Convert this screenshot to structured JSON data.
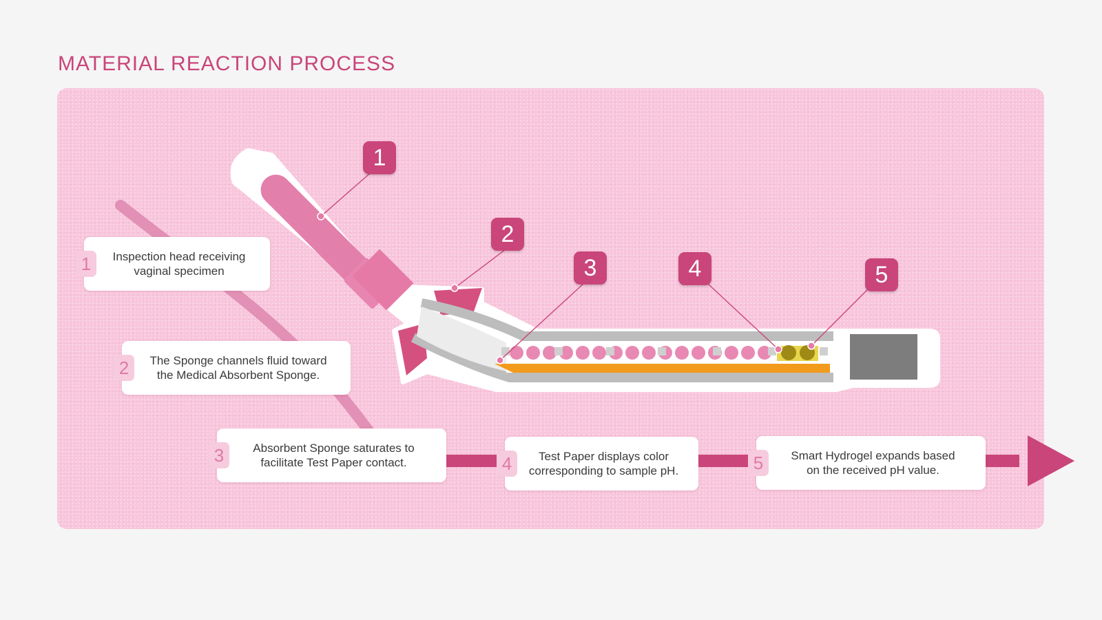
{
  "title": "MATERIAL REACTION PROCESS",
  "colors": {
    "accent": "#c9457a",
    "panel": "#f8c6dc",
    "sponge": "#f29a1b",
    "hydrogel": "#a08a16",
    "cap": "#7d7d7d"
  },
  "markers": [
    "1",
    "2",
    "3",
    "4",
    "5"
  ],
  "steps": [
    {
      "num": "1",
      "text": "Inspection head receiving\nvaginal specimen"
    },
    {
      "num": "2",
      "text": "The Sponge channels fluid toward\nthe Medical Absorbent Sponge."
    },
    {
      "num": "3",
      "text": "Absorbent Sponge saturates to\nfacilitate Test Paper contact."
    },
    {
      "num": "4",
      "text": "Test Paper displays color\ncorresponding to sample pH."
    },
    {
      "num": "5",
      "text": "Smart Hydrogel expands based\non the received pH value."
    }
  ]
}
